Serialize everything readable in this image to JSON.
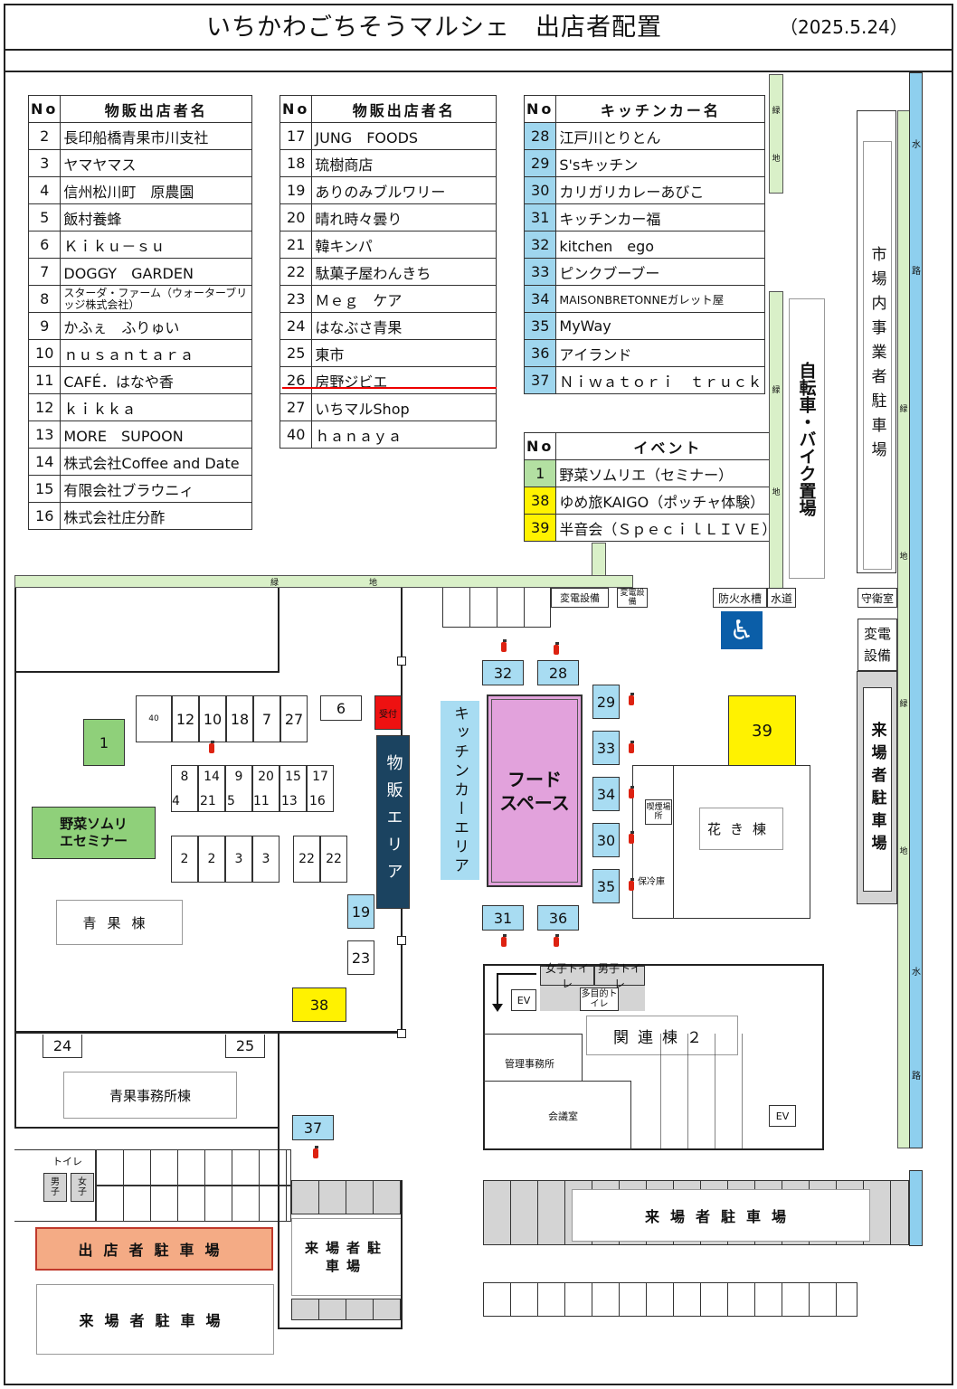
{
  "title": "いちかわごちそうマルシェ　出店者配置",
  "date": "（2025.5.24）",
  "tables": {
    "t1": {
      "no_header": "No",
      "name_header": "物販出店者名",
      "rows": [
        {
          "no": "2",
          "name": "長印船橋青果市川支社"
        },
        {
          "no": "3",
          "name": "ヤマヤマス"
        },
        {
          "no": "4",
          "name": "信州松川町　原農園"
        },
        {
          "no": "5",
          "name": "飯村養蜂"
        },
        {
          "no": "6",
          "name": "Ｋｉｋｕ－ｓｕ"
        },
        {
          "no": "7",
          "name": "DOGGY　GARDEN"
        },
        {
          "no": "8",
          "name": "スターダ・ファーム（ウォーターブリッジ株式会社）"
        },
        {
          "no": "9",
          "name": "かふぇ　ふりゅい"
        },
        {
          "no": "10",
          "name": "ｎｕｓａｎｔａｒａ"
        },
        {
          "no": "11",
          "name": "CAFÉ．はなや香"
        },
        {
          "no": "12",
          "name": "ｋｉｋｋａ"
        },
        {
          "no": "13",
          "name": "MORE　SUPOON"
        },
        {
          "no": "14",
          "name": "株式会社Coffee and Date"
        },
        {
          "no": "15",
          "name": "有限会社ブラウニィ"
        },
        {
          "no": "16",
          "name": "株式会社庄分酢"
        }
      ]
    },
    "t2": {
      "no_header": "No",
      "name_header": "物販出店者名",
      "rows": [
        {
          "no": "17",
          "name": "JUNG　FOODS"
        },
        {
          "no": "18",
          "name": "琉樹商店"
        },
        {
          "no": "19",
          "name": "ありのみブルワリー"
        },
        {
          "no": "20",
          "name": "晴れ時々曇り"
        },
        {
          "no": "21",
          "name": "韓キンパ"
        },
        {
          "no": "22",
          "name": "駄菓子屋わんきち"
        },
        {
          "no": "23",
          "name": "Ｍｅｇ　ケア"
        },
        {
          "no": "24",
          "name": "はなぶさ青果"
        },
        {
          "no": "25",
          "name": "東市"
        },
        {
          "no": "26",
          "name": "房野ジビエ"
        },
        {
          "no": "27",
          "name": "いちマルShop"
        },
        {
          "no": "40",
          "name": "ｈａｎａｙａ"
        }
      ]
    },
    "t3": {
      "no_header": "No",
      "name_header": "キッチンカー名",
      "rows": [
        {
          "no": "28",
          "name": "江戸川とりとん"
        },
        {
          "no": "29",
          "name": "S'sキッチン"
        },
        {
          "no": "30",
          "name": "カリガリカレーあびこ"
        },
        {
          "no": "31",
          "name": "キッチンカー福"
        },
        {
          "no": "32",
          "name": "kitchen　ego"
        },
        {
          "no": "33",
          "name": "ピンクブーブー"
        },
        {
          "no": "34",
          "name": "MAISONBRETONNEガレット屋"
        },
        {
          "no": "35",
          "name": "MyWay"
        },
        {
          "no": "36",
          "name": "アイランド"
        },
        {
          "no": "37",
          "name": "Ｎｉｗａｔｏｒｉ　ｔｒｕｃｋ"
        }
      ]
    },
    "t4": {
      "no_header": "No",
      "name_header": "イベント",
      "rows": [
        {
          "no": "1",
          "name": "野菜ソムリエ（セミナー）"
        },
        {
          "no": "38",
          "name": "ゆめ旅KAIGO（ポッチャ体験）"
        },
        {
          "no": "39",
          "name": "半音会（ＳｐｅｃｉｌＬＩＶＥ）"
        }
      ]
    }
  },
  "map": {
    "green": "緑",
    "land": "地",
    "waterway": "水",
    "road": "路",
    "bike": "自転車・バイク置場",
    "staff_parking": "市場内事業者駐車場",
    "transformer": "変電設備",
    "transformer2": "変電設備",
    "transformer3": "変電設備",
    "fire_tank": "防火水槽",
    "water": "水道",
    "guard": "守衛室",
    "visitor_parking_v": "来場者駐車場",
    "reception": "受付",
    "merch_area": "物販エリア",
    "kitchen_area": "キッチンカーエリア",
    "food_space": "フードスペース",
    "smoking": "喫煙場所",
    "cold_storage": "保冷庫",
    "flower_bldg": "花き棟",
    "produce_bldg": "青果棟",
    "produce_office": "青果事務所棟",
    "seminar": "野菜ソムリエセミナー",
    "womens_wc": "女子トイレ",
    "mens_wc": "男子トイレ",
    "multi_wc": "多目的トイレ",
    "ev1": "EV",
    "ev2": "EV",
    "related_bldg": "関連棟２",
    "mgmt_office": "管理事務所",
    "meeting_room": "会議室",
    "toilet": "トイレ",
    "male": "男子",
    "female": "女子",
    "vendor_parking": "出店者駐車場",
    "visitor_parking_1": "来場者駐車場",
    "visitor_parking_2": "来場者駐車場",
    "visitor_parking_3": "来場者駐車場",
    "stalls": {
      "s40": "40",
      "s12": "12",
      "s10": "10",
      "s18": "18",
      "s7": "7",
      "s27": "27",
      "s6": "6",
      "s8": "8",
      "s14": "14",
      "s9": "9",
      "s20": "20",
      "s15": "15",
      "s17": "17",
      "s4": "4",
      "s21": "21",
      "s5": "5",
      "s11": "11",
      "s13": "13",
      "s16": "16",
      "s2a": "2",
      "s2b": "2",
      "s3a": "3",
      "s3b": "3",
      "s22a": "22",
      "s22b": "22",
      "s1": "1",
      "s19": "19",
      "s23": "23",
      "s38": "38",
      "s24": "24",
      "s25": "25",
      "s37": "37",
      "s32": "32",
      "s28": "28",
      "s29": "29",
      "s33": "33",
      "s34": "34",
      "s30": "30",
      "s35": "35",
      "s31": "31",
      "s36": "36",
      "s39": "39"
    }
  },
  "colors": {
    "kitchen_blue": "#a8dcf2",
    "event_green": "#8fd07a",
    "event_yellow": "#fff200",
    "food_pink": "#e2a2dc",
    "merch_navy": "#1b4360",
    "reception_red": "#ee1111",
    "parking_orange": "#f4ab85",
    "water_blue": "#8ecfee"
  }
}
